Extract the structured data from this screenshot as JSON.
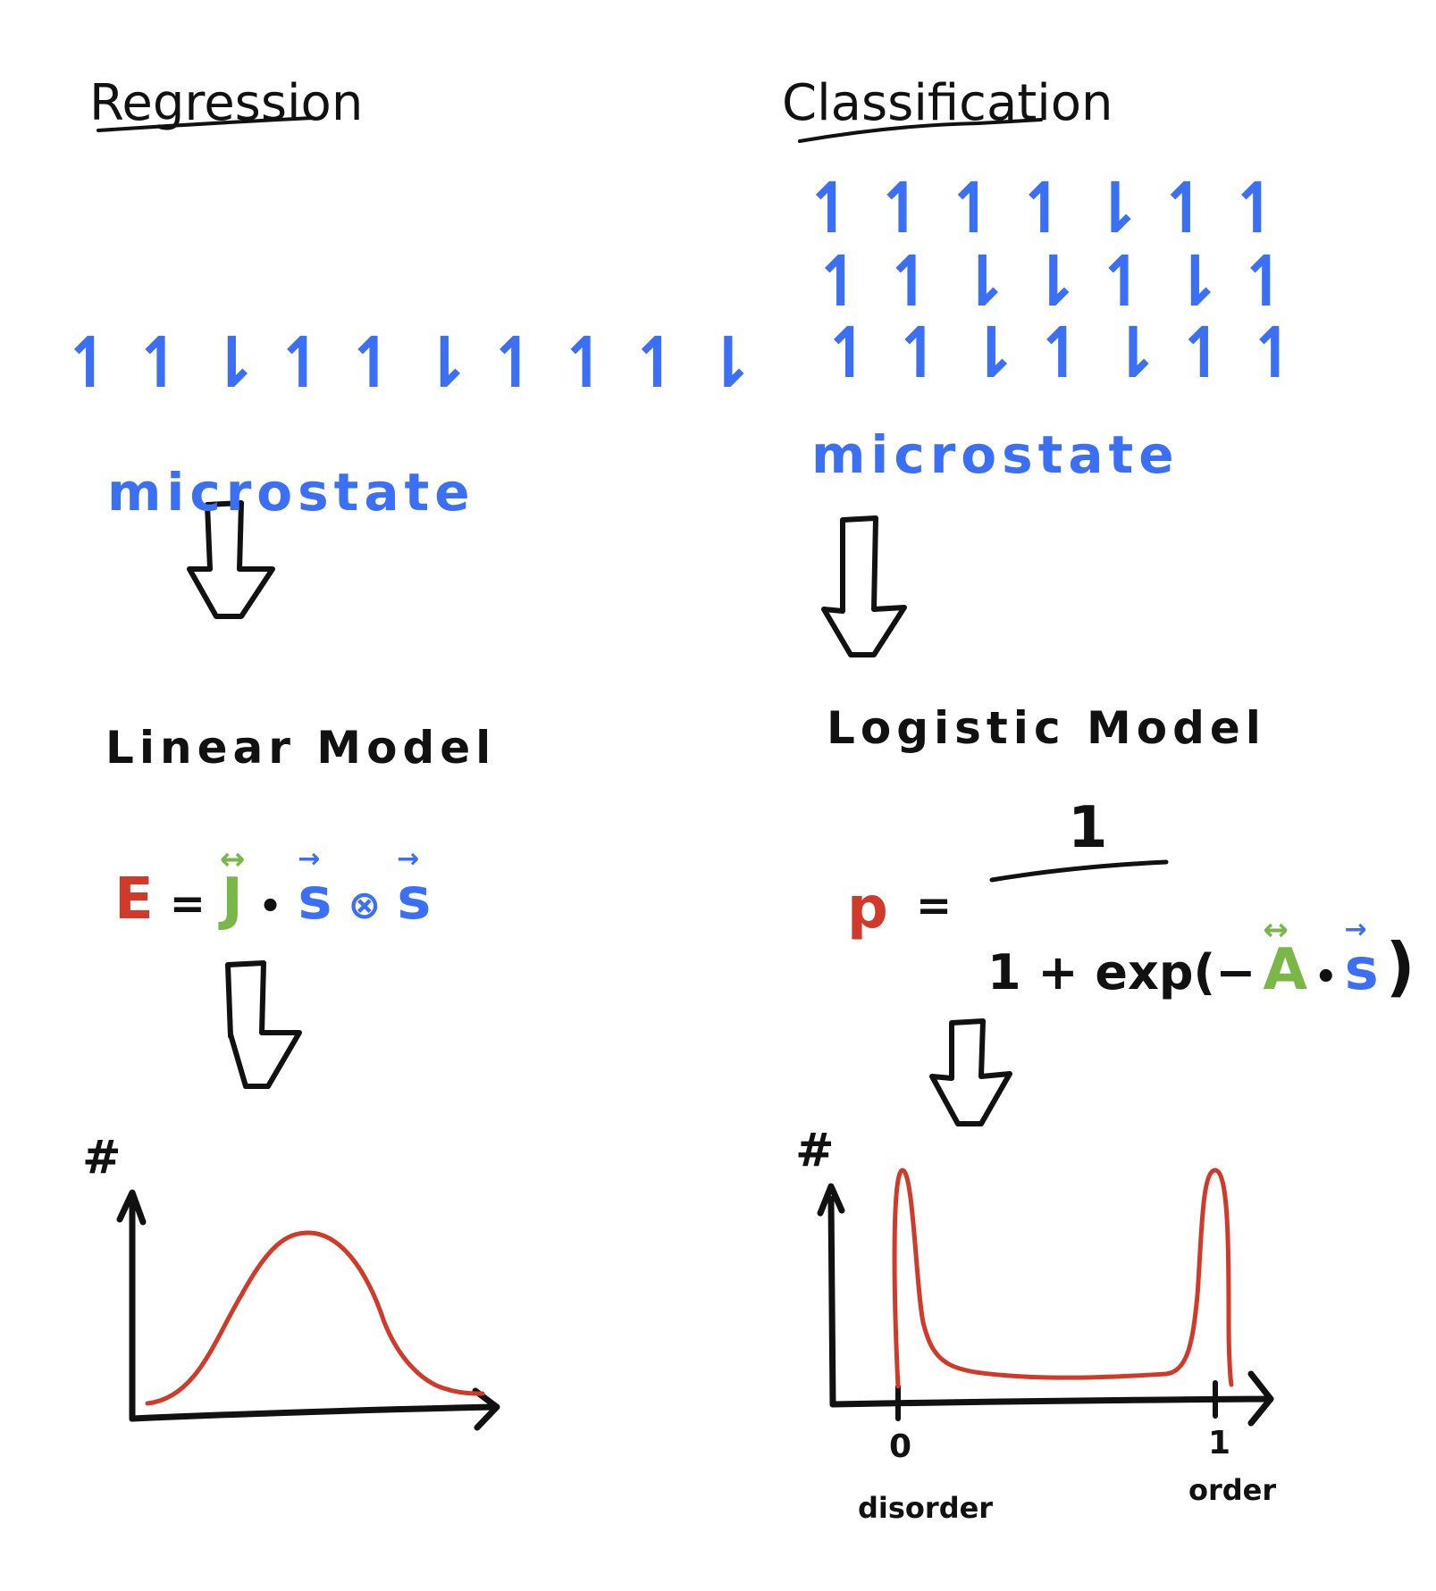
{
  "colors": {
    "spin": "#3b6ff5",
    "energy": "#d03a2a",
    "coupling": "#7ab648",
    "ink": "#111111",
    "curve": "#d03a2a"
  },
  "left": {
    "heading": "Regression",
    "spins": [
      "↿↿⇂↿↿⇂↿↿↿⇂"
    ],
    "microstate_label": "microstate",
    "model_label": "Linear Model",
    "equation": {
      "lhs": "E",
      "eq": "=",
      "J": "J",
      "dot": "•",
      "s1": "s",
      "otimes": "⊗",
      "s2": "s"
    },
    "plot": {
      "y_axis_label": "#",
      "curve_shape": "single-peak"
    }
  },
  "right": {
    "heading": "Classification",
    "spins": [
      "↿↿↿↿⇂↿↿",
      "↿↿⇂⇂↿⇂↿",
      "↿↿⇂↿⇂↿↿"
    ],
    "microstate_label": "microstate",
    "model_label": "Logistic Model",
    "equation": {
      "lhs": "p",
      "eq": "=",
      "numerator": "1",
      "den_prefix": "1 + exp(−",
      "A": "A",
      "dot": "•",
      "s": "s",
      "den_suffix": ")"
    },
    "plot": {
      "y_axis_label": "#",
      "tick_0": "0",
      "tick_1": "1",
      "label_0": "disorder",
      "label_1": "order",
      "curve_shape": "double-peak"
    }
  }
}
